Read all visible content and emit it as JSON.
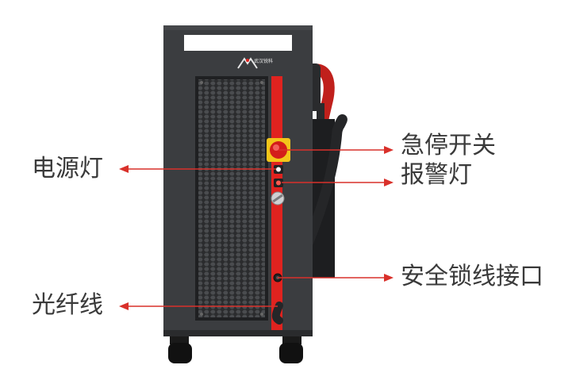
{
  "labels": {
    "emergency_stop": "急停开关",
    "alarm_light": "报警灯",
    "power_light": "电源灯",
    "safety_interlock": "安全锁线接口",
    "fiber_cable": "光纤线"
  },
  "brand": {
    "logo_text": "武汉锐科"
  },
  "colors": {
    "cabinet": "#3b3d40",
    "accent_red": "#e0231f",
    "arrow_red": "#d9302a",
    "label_text": "#3a3a3a"
  }
}
